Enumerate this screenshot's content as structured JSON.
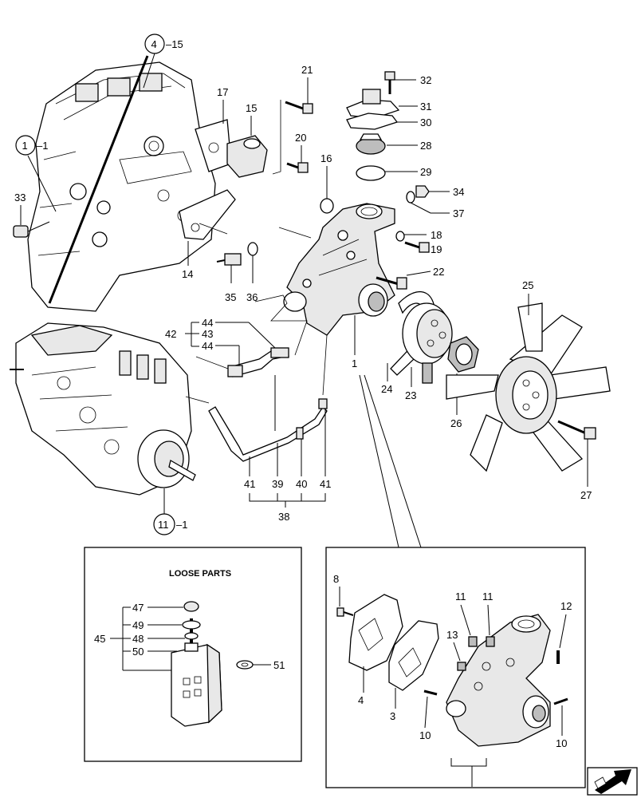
{
  "callouts": {
    "c1": "1",
    "c3": "3",
    "c4": "4",
    "c8": "8",
    "c10a": "10",
    "c10b": "10",
    "c11a": "11",
    "c11b": "11",
    "c12": "12",
    "c13": "13",
    "c14": "14",
    "c15": "15",
    "c16": "16",
    "c17": "17",
    "c18": "18",
    "c19": "19",
    "c20": "20",
    "c21": "21",
    "c22": "22",
    "c23": "23",
    "c24": "24",
    "c25": "25",
    "c26": "26",
    "c27": "27",
    "c28": "28",
    "c29": "29",
    "c30": "30",
    "c31": "31",
    "c32": "32",
    "c33": "33",
    "c34": "34",
    "c35": "35",
    "c36": "36",
    "c37": "37",
    "c38": "38",
    "c39": "39",
    "c40": "40",
    "c41a": "41",
    "c41b": "41",
    "c42": "42",
    "c43": "43",
    "c44a": "44",
    "c44b": "44",
    "c45": "45",
    "c47": "47",
    "c48": "48",
    "c49": "49",
    "c50": "50",
    "c51": "51"
  },
  "refs": {
    "r1_num": "1",
    "r1_suffix": "–1",
    "r4_num": "4",
    "r4_suffix": "–15",
    "r11_num": "11",
    "r11_suffix": "–1"
  },
  "loose_parts_title": "LOOSE PARTS"
}
